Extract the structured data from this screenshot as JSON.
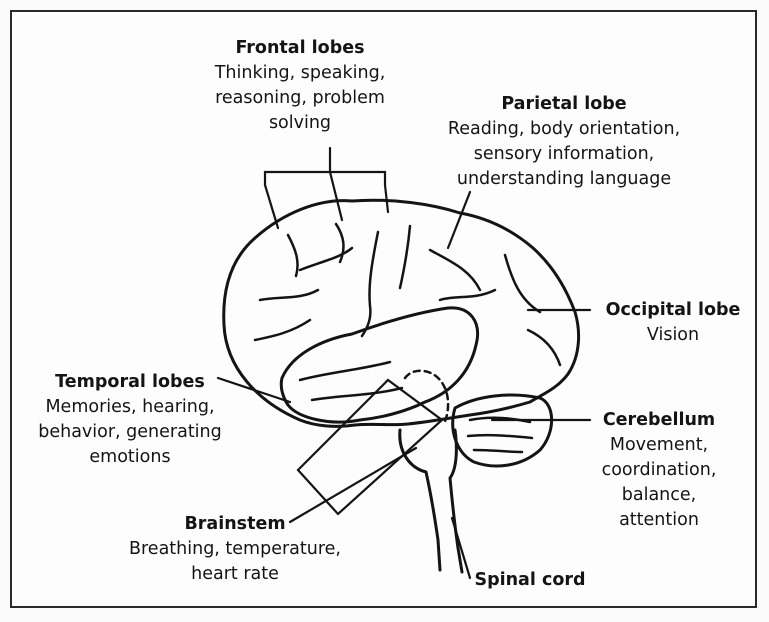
{
  "labels": {
    "frontal": {
      "title": "Frontal lobes",
      "lines": [
        "Thinking, speaking,",
        "reasoning, problem",
        "solving"
      ]
    },
    "parietal": {
      "title": "Parietal lobe",
      "lines": [
        "Reading, body orientation,",
        "sensory information,",
        "understanding language"
      ]
    },
    "occipital": {
      "title": "Occipital lobe",
      "lines": [
        "Vision"
      ]
    },
    "temporal": {
      "title": "Temporal lobes",
      "lines": [
        "Memories, hearing,",
        "behavior, generating",
        "emotions"
      ]
    },
    "cerebellum": {
      "title": "Cerebellum",
      "lines": [
        "Movement,",
        "coordination,",
        "balance,",
        "attention"
      ]
    },
    "brainstem": {
      "title": "Brainstem",
      "lines": [
        "Breathing, temperature,",
        "heart rate"
      ]
    },
    "spinal": {
      "title": "Spinal cord"
    }
  },
  "colors": {
    "ink": "#141414",
    "paper": "#fdfdfd",
    "frame": "#2a2a2a"
  }
}
